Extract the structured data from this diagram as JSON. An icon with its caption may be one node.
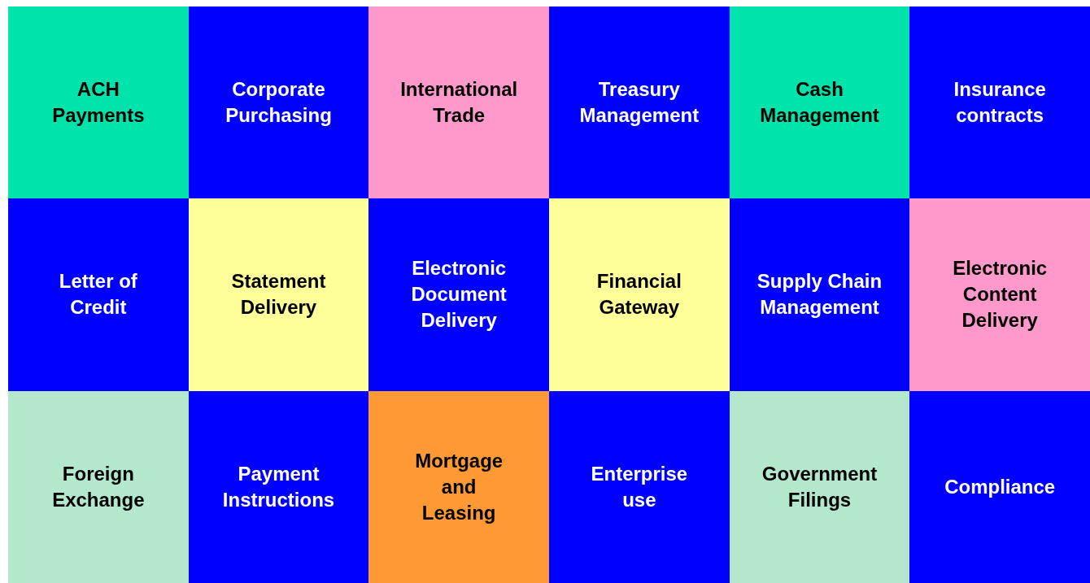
{
  "diagram": {
    "nodes": [
      {
        "text": [
          "ACH Payments"
        ]
      },
      {
        "text": [
          "Corporate Purchasing"
        ]
      },
      {
        "text": [
          "International Trade"
        ]
      },
      {
        "text": [
          "Treasury Management"
        ]
      },
      {
        "text": [
          "Cash Management"
        ]
      },
      {
        "text": [
          "Insurance contracts"
        ]
      },
      {
        "text": [
          "Letter of Credit"
        ]
      },
      {
        "text": [
          "Statement Delivery"
        ]
      },
      {
        "text": [
          "Electronic Document Delivery"
        ]
      },
      {
        "text": [
          "Financial Gateway"
        ]
      },
      {
        "text": [
          "Supply Chain Management"
        ]
      },
      {
        "text": [
          "Electronic Content Delivery"
        ]
      },
      {
        "text": [
          "Foreign Exchange"
        ]
      },
      {
        "text": [
          "Payment Instructions"
        ]
      },
      {
        "text": [
          "Mortgage and Leasing"
        ]
      },
      {
        "text": [
          "Enterprise use"
        ]
      },
      {
        "text": [
          "Government Filings"
        ]
      },
      {
        "text": [
          "Compliance"
        ]
      }
    ]
  }
}
